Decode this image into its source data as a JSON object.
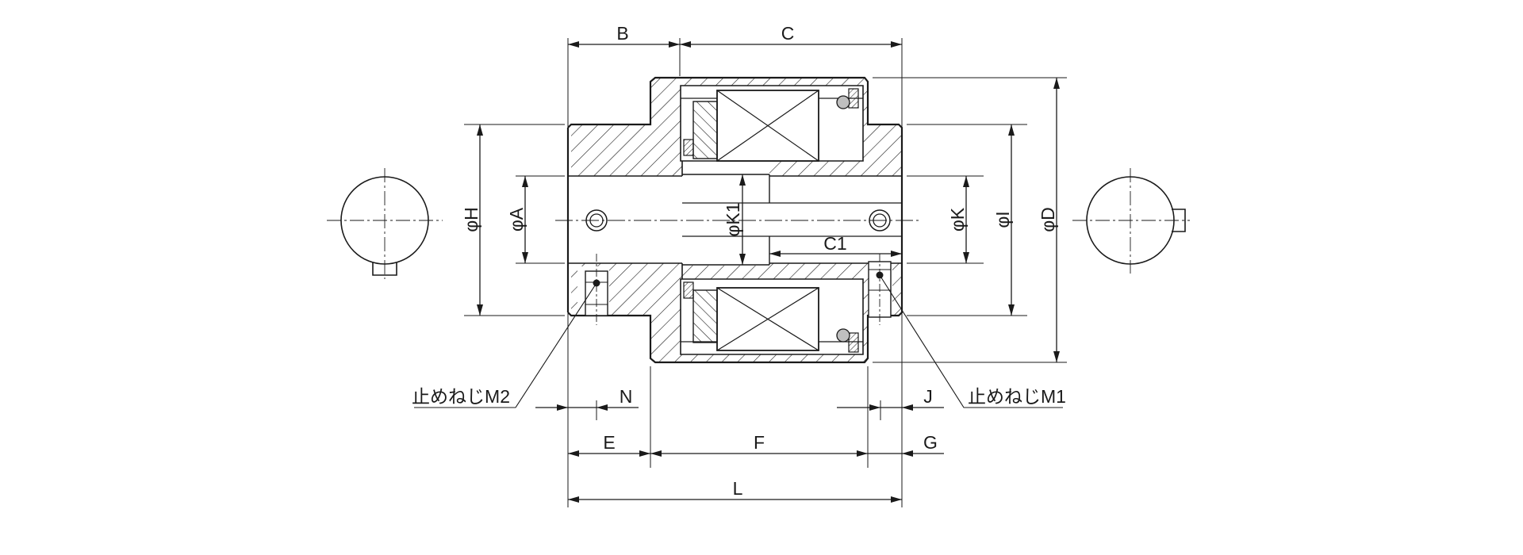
{
  "dimensions": {
    "B": "B",
    "C": "C",
    "C1": "C1",
    "D": "φD",
    "H": "φH",
    "A": "φA",
    "K1": "φK1",
    "K": "φK",
    "I": "φI",
    "E": "E",
    "F": "F",
    "G": "G",
    "L": "L",
    "N": "N",
    "J": "J"
  },
  "callouts": {
    "setscrew_m1": "止めねじM1",
    "setscrew_m2": "止めねじM2"
  }
}
